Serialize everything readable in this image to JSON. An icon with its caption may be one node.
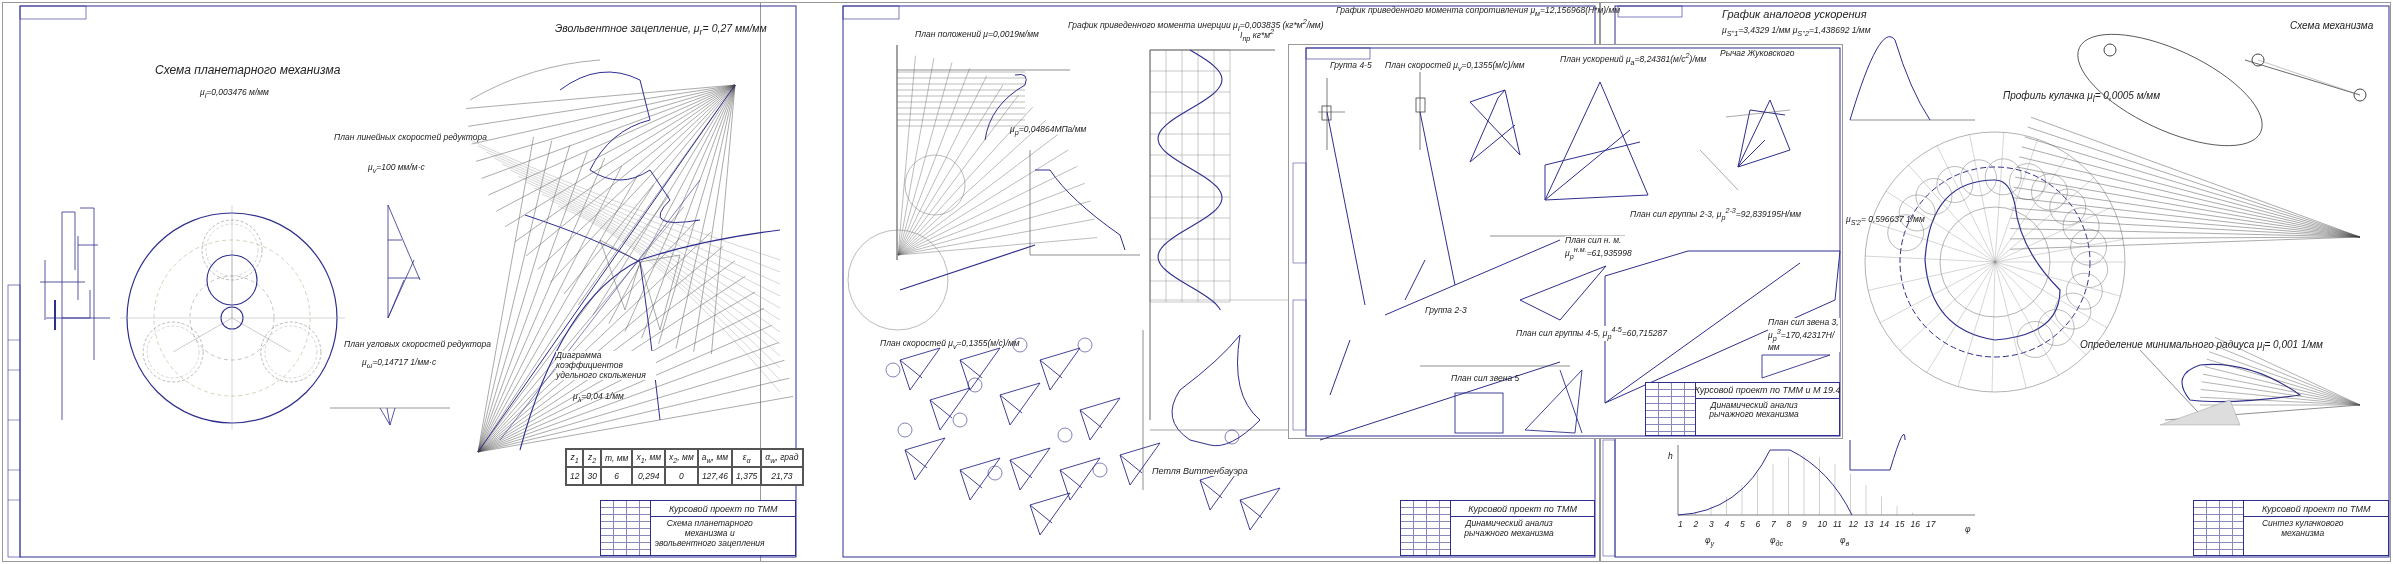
{
  "diagram": {
    "nodes": [
      {
        "text": [
          "Курсовой проект по ТММ",
          "Схема планетарного механизма и эвольвентного зацепления"
        ]
      },
      {
        "text": [
          "Курсовой проект по ТММ",
          "Динамический анализ рычажного механизма"
        ]
      },
      {
        "text": [
          "Курсовой проект по ТММ и М 19.4",
          "Динамический анализ рычажного механизма"
        ]
      },
      {
        "text": [
          "Курсовой проект по ТММ",
          "Синтез кулачкового механизма"
        ]
      }
    ],
    "labels": [
      "Схема планетарного механизма",
      "μ$_{l}$=0,003476 м/мм",
      "Эвольвентное зацепление, μ$_{r}$= 0,27 мм/мм",
      "План линейных скоростей редуктора",
      "μ$_{v}$=100 мм/м·с",
      "План угловых скоростей редуктора",
      "μ$_{ω}$=0,14717 1/мм·с",
      "Диаграмма коэффициентов удельного скольжения",
      "μ$_{λ}$=0,04 1/мм",
      "z$_{1}$",
      "z$_{2}$",
      "m, мм",
      "x$_{1}$, мм",
      "x$_{2}$, мм",
      "a$_{w}$, мм",
      "ε$_{α}$",
      "α$_{w}$, град",
      "12",
      "30",
      "6",
      "0,294",
      "0",
      "127,46",
      "1,375",
      "21,73",
      "План положений μ=0,0019м/мм",
      "График приведенного момента инерции μ$_{I}$=0,003835 (кг*м$^{2}$/мм)",
      "I$_{пр}$ кг*м$^{2}$",
      "μ$_{p}$=0,04864МПа/мм",
      "План скоростей μ$_{v}$=0,1355(м/с)/мм",
      "Петля Виттенбауэра",
      "График приведенного момента сопротивления μ$_{м}$=12,156968(Н*м)/мм",
      "Группа 4-5",
      "План скоростей μ$_{v}$=0,1355(м/с)/мм",
      "План ускорений μ$_{a}$=8,24381(м/с$^{2}$)/мм",
      "Рычаг Жуковского",
      "План сил группы 2-3, μ$_{p}$$^{2-3}$=92,839195Н/мм",
      "План сил н. м. μ$_{p}$$^{н.м.}$=61,935998",
      "Группа 2-3",
      "План сил группы 4-5, μ$_{p}$$^{4-5}$=60,715287",
      "План сил звена 5",
      "План сил звена 3, μ$_{p}$$^{3}$=170,42317Н/мм",
      "График аналогов ускорения",
      "μ$_{S''1}$=3,4329 1/мм  μ$_{S''2}$=1,438692 1/мм",
      "μ$_{S'2}$= 0,596637 1/мм",
      "Схема механизма",
      "Профиль кулачка μ$_{l}$= 0,0005 м/мм",
      "Определение минимального радиуса μ$_{l}$= 0,001 1/мм",
      "1",
      "2",
      "3",
      "4",
      "5",
      "6",
      "7",
      "8",
      "9",
      "10",
      "11",
      "12",
      "13",
      "14",
      "15",
      "16",
      "17",
      "φ",
      "h",
      "φ$_{у}$",
      "φ$_{дс}$",
      "φ$_{в}$"
    ]
  }
}
